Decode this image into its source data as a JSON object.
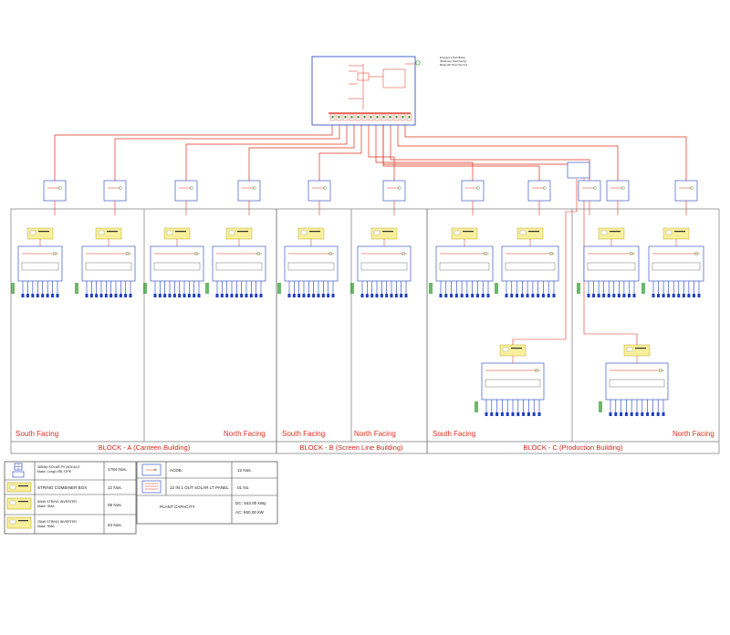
{
  "main_panel": {
    "note_lines": [
      "Emergency Push Button",
      "(Mushroom head) having",
      "Break with Shunt Trip Coil"
    ]
  },
  "facings": {
    "block_a_south": "South Facing",
    "block_a_north": "North Facing",
    "block_b_south": "South Facing",
    "block_b_north": "North Facing",
    "block_c_south": "South Facing",
    "block_c_north": "North Facing"
  },
  "blocks": {
    "a": "BLOCK - A (Canteen Building)",
    "b": "BLOCK - B (Screen Line Building)",
    "c": "BLOCK - C (Production Building)"
  },
  "legend": {
    "pv_module": {
      "name_lines": [
        "385Wp SOLAR PV MODULE",
        "Make: Longi LR5-72PE"
      ],
      "qty": "1784 Nos."
    },
    "combiner": {
      "name": "STRING COMBINER BOX",
      "qty": "12 Nos."
    },
    "inv60": {
      "name_lines": [
        "60kW STRING INVERTER",
        "Make: SMA"
      ],
      "qty": "06 Nos."
    },
    "inv25": {
      "name_lines": [
        "25kW STRING INVERTER",
        "Make: SMA"
      ],
      "qty": "04 Nos."
    },
    "acdb": {
      "name": "ACDB",
      "qty": "12 Nos."
    },
    "lt_panel": {
      "name": "12 IN 1 OUT SOLAR LT PANEL",
      "qty": "01 No."
    },
    "capacity": {
      "label": "PLANT CAPACITY",
      "dc": "DC: 543.00 kWp",
      "ac": "AC: 560.00 kW"
    }
  },
  "colors": {
    "wire": "#e0301e",
    "panel": "#1e3fbf",
    "border": "#6d6d6d"
  }
}
